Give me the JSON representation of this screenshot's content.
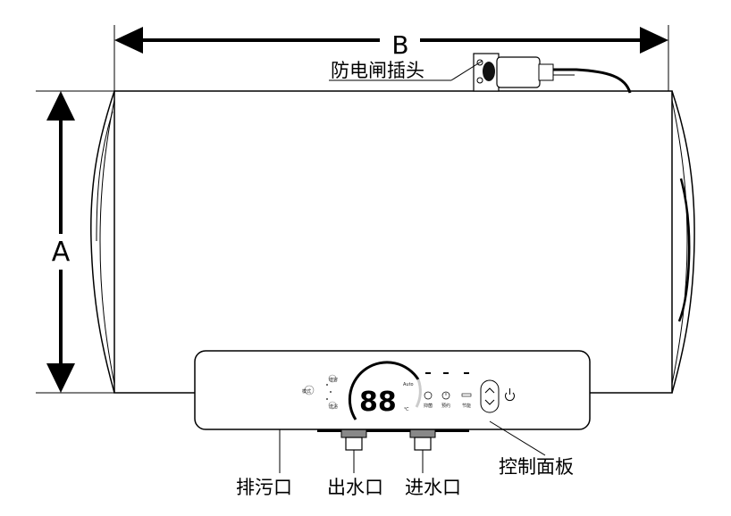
{
  "dimensions": {
    "width_label": "B",
    "height_label": "A"
  },
  "callouts": {
    "breaker_plug": "防电闸插头",
    "drain_outlet": "排污口",
    "water_outlet": "出水口",
    "water_inlet": "进水口",
    "control_panel": "控制面板"
  },
  "panel": {
    "display_digits": "88",
    "unit": "℃",
    "small_right": "Auto",
    "left_buttons": [
      "模式",
      "增容",
      "洗浴"
    ],
    "function_buttons": [
      {
        "icon": "shield-icon",
        "label": "抑菌"
      },
      {
        "icon": "clock-icon",
        "label": "预约"
      },
      {
        "icon": "eco-icon",
        "label": "节能"
      }
    ],
    "up_symbol": "︿",
    "down_symbol": "﹀"
  }
}
